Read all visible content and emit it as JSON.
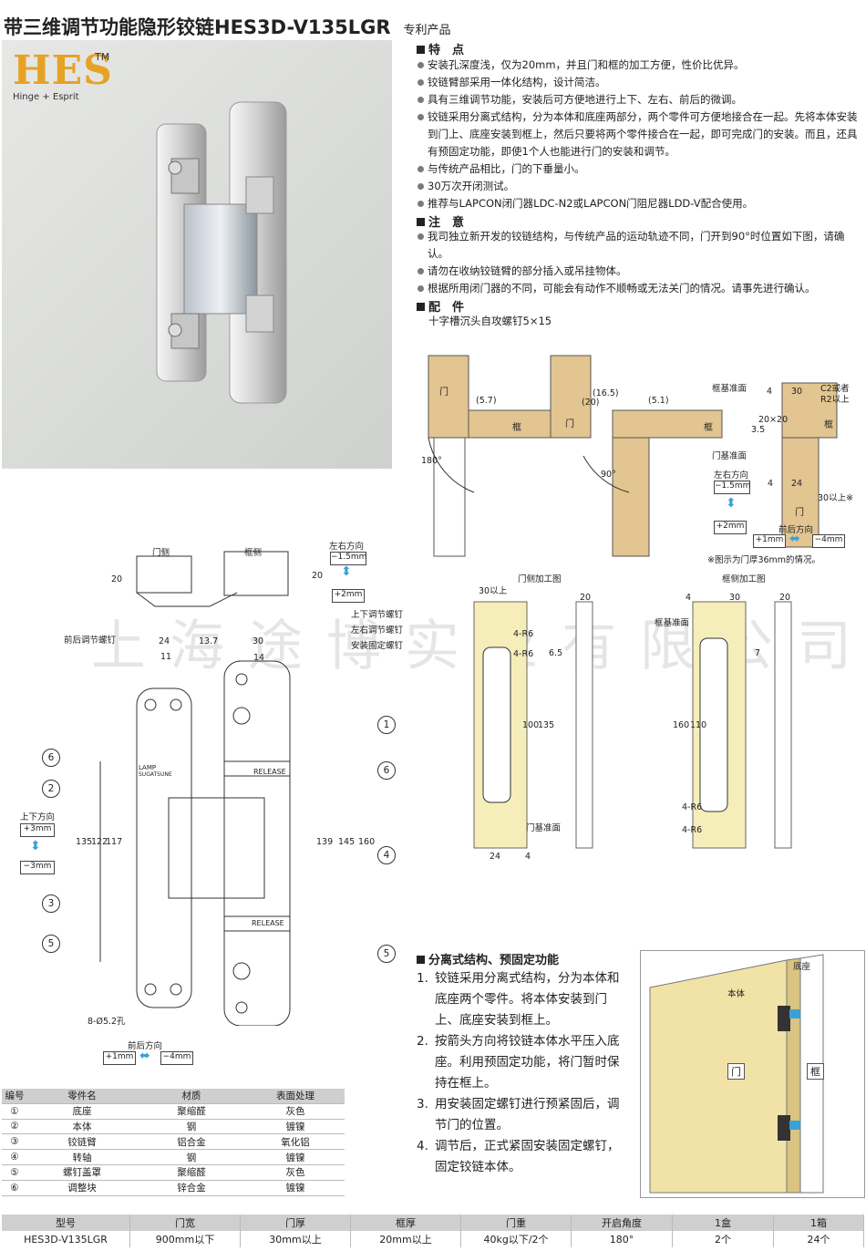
{
  "header": {
    "title": "带三维调节功能隐形铰链HES3D-V135LGR",
    "subtitle": "专利产品"
  },
  "logo": {
    "mark": "HES",
    "tm": "TM",
    "tagline": "Hinge + Esprit"
  },
  "features": {
    "heading": "特　点",
    "items": [
      "安装孔深度浅，仅为20mm，并且门和框的加工方便，性价比优异。",
      "铰链臂部采用一体化结构，设计简洁。",
      "具有三维调节功能，安装后可方便地进行上下、左右、前后的微调。",
      "铰链采用分离式结构，分为本体和底座两部分，两个零件可方便地接合在一起。先将本体安装到门上、底座安装到框上，然后只要将两个零件接合在一起，即可完成门的安装。而且，还具有预固定功能，即使1个人也能进行门的安装和调节。",
      "与传统产品相比，门的下垂量小。",
      "30万次开闭测试。",
      "推荐与LAPCON闭门器LDC-N2或LAPCON门阻尼器LDD-V配合使用。"
    ]
  },
  "notes": {
    "heading": "注　意",
    "items": [
      "我司独立新开发的铰链结构，与传统产品的运动轨迹不同，门开到90°时位置如下图，请确认。",
      "请勿在收纳铰链臂的部分插入或吊挂物体。",
      "根据所用闭门器的不同，可能会有动作不顺畅或无法关门的情况。请事先进行确认。"
    ]
  },
  "accessories": {
    "heading": "配　件",
    "text": "十字槽沉头自攻螺钉5×15"
  },
  "watermark": "上海途博实业有限公司",
  "diagram_top": {
    "door": "门",
    "frame": "框",
    "deg180": "180°",
    "deg90": "90°",
    "d57": "(5.7)",
    "d51": "(5.1)",
    "d20": "(20)",
    "d165": "(16.5)",
    "frame_ref": "框基准面",
    "door_ref": "门基准面",
    "c2": "C2或者",
    "r2": "R2以上",
    "n4a": "4",
    "n30": "30",
    "n35": "3.5",
    "n2020": "20×20",
    "n4b": "4",
    "n24": "24",
    "n30plus": "30以上※",
    "lr_dir": "左右方向",
    "lr_minus": "−1.5mm",
    "lr_plus": "+2mm",
    "fb_dir": "前后方向",
    "fb_plus": "+1mm",
    "fb_minus": "−4mm",
    "note": "※图示为门厚36mm的情况。"
  },
  "diagram_main": {
    "door_side": "门侧",
    "frame_side": "框侧",
    "lr_dir": "左右方向",
    "lr_minus": "−1.5mm",
    "lr_plus": "+2mm",
    "d20a": "20",
    "d20b": "20",
    "fb_screw": "前后调节螺钉",
    "ud_screw": "上下调节螺钉",
    "lr_screw": "左右调节螺钉",
    "fix_screw": "安装固定螺钉",
    "d24": "24",
    "d137": "13.7",
    "d30": "30",
    "d11": "11",
    "d14": "14",
    "ud_dir": "上下方向",
    "ud_plus": "+3mm",
    "ud_minus": "−3mm",
    "d135": "135",
    "d122": "122",
    "d117": "117",
    "d139": "139",
    "d145": "145",
    "d160": "160",
    "holes": "8-Ø5.2孔",
    "fb_dir": "前后方向",
    "fb_plus": "+1mm",
    "fb_minus": "−4mm",
    "release": "RELEASE",
    "lamp": "LAMP",
    "lamp_sub": "SUGATSUNE",
    "callouts": [
      "1",
      "6",
      "6",
      "2",
      "4",
      "3",
      "5",
      "5"
    ]
  },
  "door_machining": {
    "title": "门侧加工图",
    "d30": "30以上",
    "d20": "20",
    "r1": "4-R6",
    "r2": "4-R6",
    "d65": "6.5",
    "d100": "100",
    "d135": "135",
    "ref": "门基准面",
    "d24": "24",
    "d4": "4"
  },
  "frame_machining": {
    "title": "框侧加工图",
    "d4": "4",
    "d30": "30",
    "d20": "20",
    "ref": "框基准面",
    "d7": "7",
    "d160": "160",
    "d110": "110",
    "r1": "4-R6",
    "r2": "4-R6"
  },
  "parts_table": {
    "headers": [
      "编号",
      "零件名",
      "材质",
      "表面处理"
    ],
    "rows": [
      [
        "①",
        "底座",
        "聚缩醛",
        "灰色"
      ],
      [
        "②",
        "本体",
        "钢",
        "镀镍"
      ],
      [
        "③",
        "铰链臂",
        "铝合金",
        "氧化铝"
      ],
      [
        "④",
        "转轴",
        "钢",
        "镀镍"
      ],
      [
        "⑤",
        "螺钉盖罩",
        "聚缩醛",
        "灰色"
      ],
      [
        "⑥",
        "调整块",
        "锌合金",
        "镀镍"
      ]
    ]
  },
  "separate": {
    "heading": "分离式结构、预固定功能",
    "steps": [
      {
        "n": "1.",
        "text": "铰链采用分离式结构，分为本体和底座两个零件。将本体安装到门上、底座安装到框上。"
      },
      {
        "n": "2.",
        "text": "按箭头方向将铰链本体水平压入底座。利用预固定功能，将门暂时保持在框上。"
      },
      {
        "n": "3.",
        "text": "用安装固定螺钉进行预紧固后，调节门的位置。"
      },
      {
        "n": "4.",
        "text": "调节后，正式紧固安装固定螺钉，固定铰链本体。"
      }
    ]
  },
  "illustration": {
    "base": "底座",
    "body": "本体",
    "door": "门",
    "frame": "框"
  },
  "spec_table": {
    "headers": [
      "型号",
      "门宽",
      "门厚",
      "框厚",
      "门重",
      "开启角度",
      "1盒",
      "1箱"
    ],
    "row": [
      "HES3D-V135LGR",
      "900mm以下",
      "30mm以上",
      "20mm以上",
      "40kg以下/2个",
      "180°",
      "2个",
      "24个"
    ]
  },
  "colors": {
    "logo": "#e6a224",
    "wood": "#e2c590",
    "door_fill": "#f6eeba",
    "blue": "#3aa0d8"
  }
}
